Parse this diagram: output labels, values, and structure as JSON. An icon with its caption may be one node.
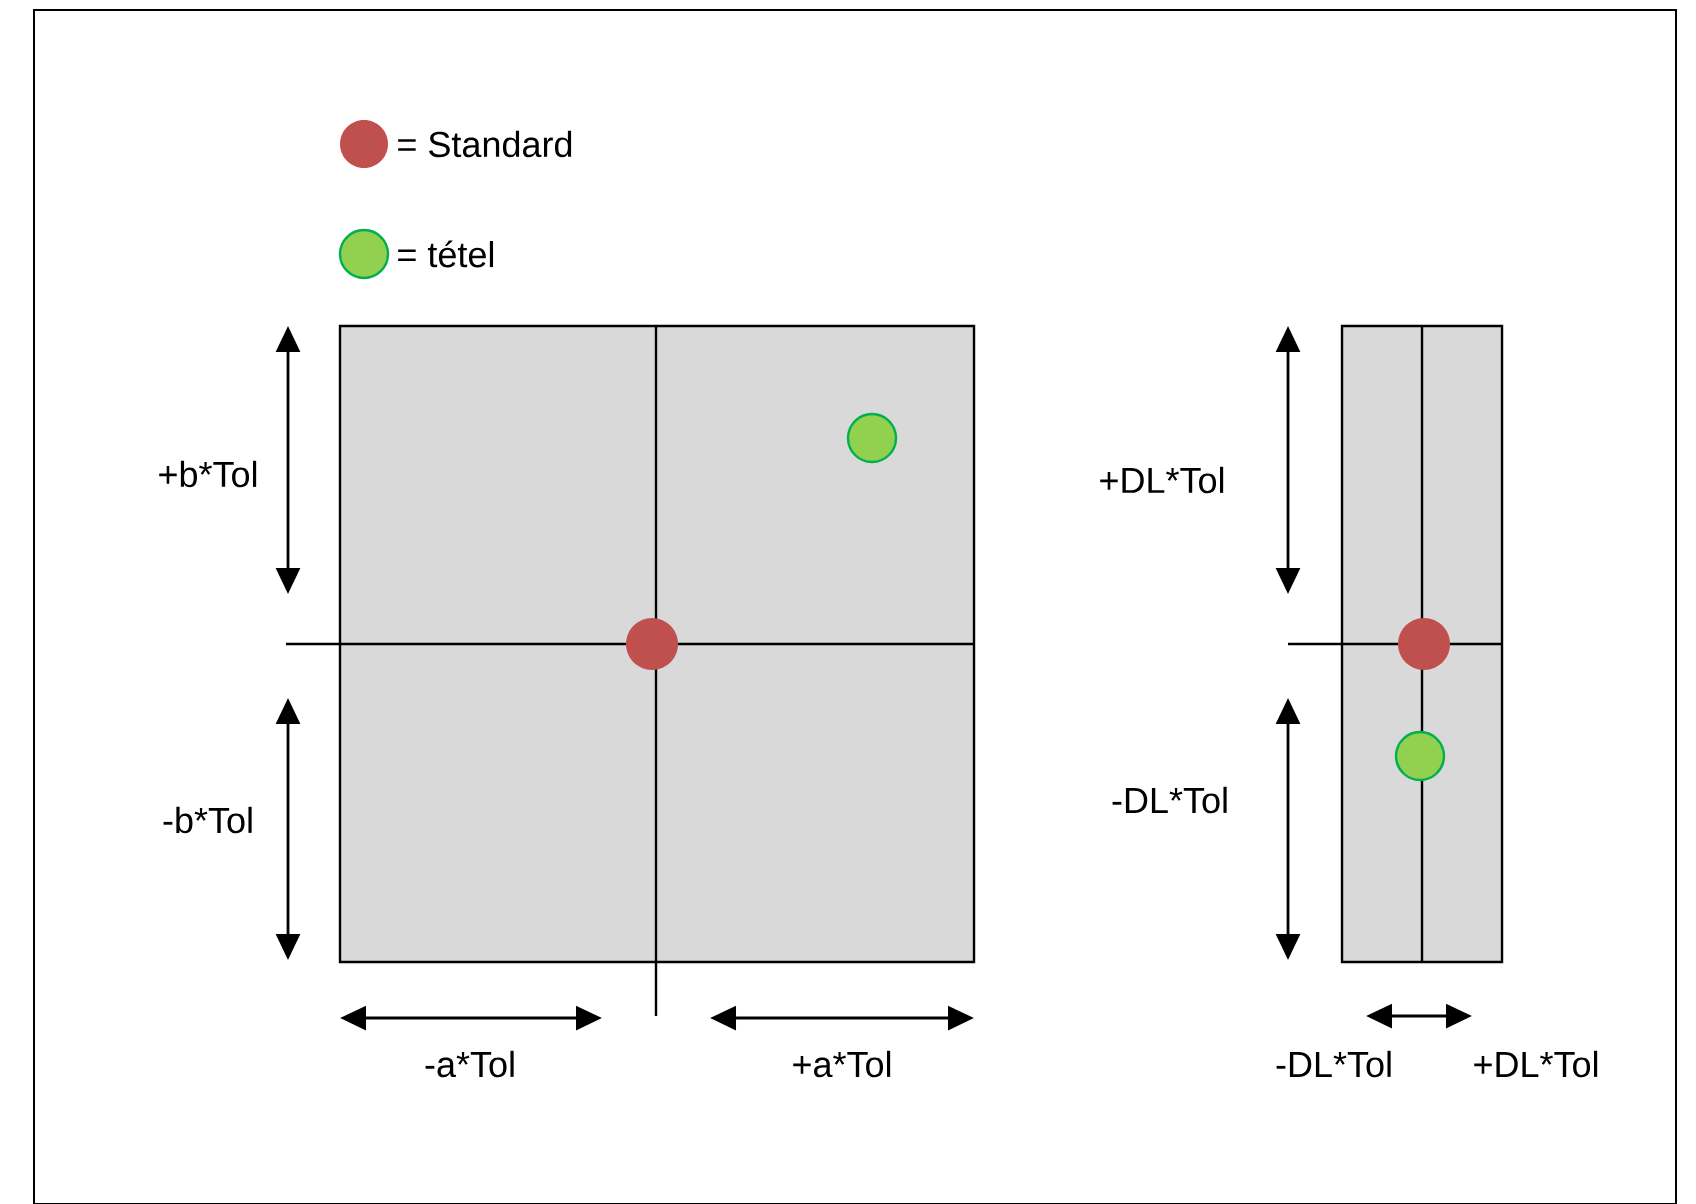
{
  "diagram": {
    "labels": [
      "+b*Tol",
      "+DL*Tol",
      "-b*Tol",
      "-DL*Tol",
      "-a*Tol",
      "+a*Tol",
      "-DL*Tol",
      "+DL*Tol"
    ],
    "legend": [
      {
        "text": "= Standard",
        "color": "#c0504d"
      },
      {
        "text": "= tétel",
        "color": "#92d050"
      }
    ]
  }
}
